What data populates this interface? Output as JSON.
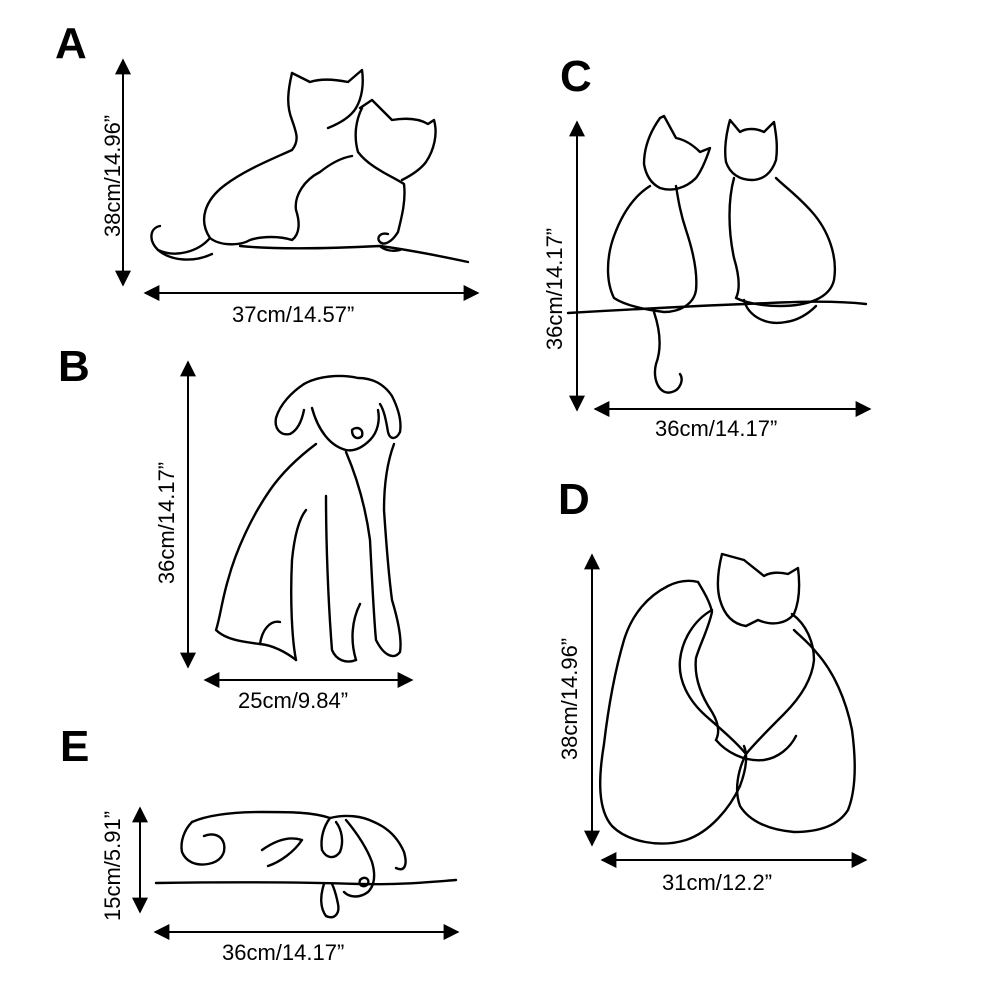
{
  "panels": [
    {
      "id": "A",
      "letter": "A",
      "height_label": "38cm/14.96”",
      "width_label": "37cm/14.57”"
    },
    {
      "id": "B",
      "letter": "B",
      "height_label": "36cm/14.17”",
      "width_label": "25cm/9.84”"
    },
    {
      "id": "C",
      "letter": "C",
      "height_label": "36cm/14.17”",
      "width_label": "36cm/14.17”"
    },
    {
      "id": "D",
      "letter": "D",
      "height_label": "38cm/14.96”",
      "width_label": "31cm/12.2”"
    },
    {
      "id": "E",
      "letter": "E",
      "height_label": "15cm/5.91”",
      "width_label": "36cm/14.17”"
    }
  ]
}
